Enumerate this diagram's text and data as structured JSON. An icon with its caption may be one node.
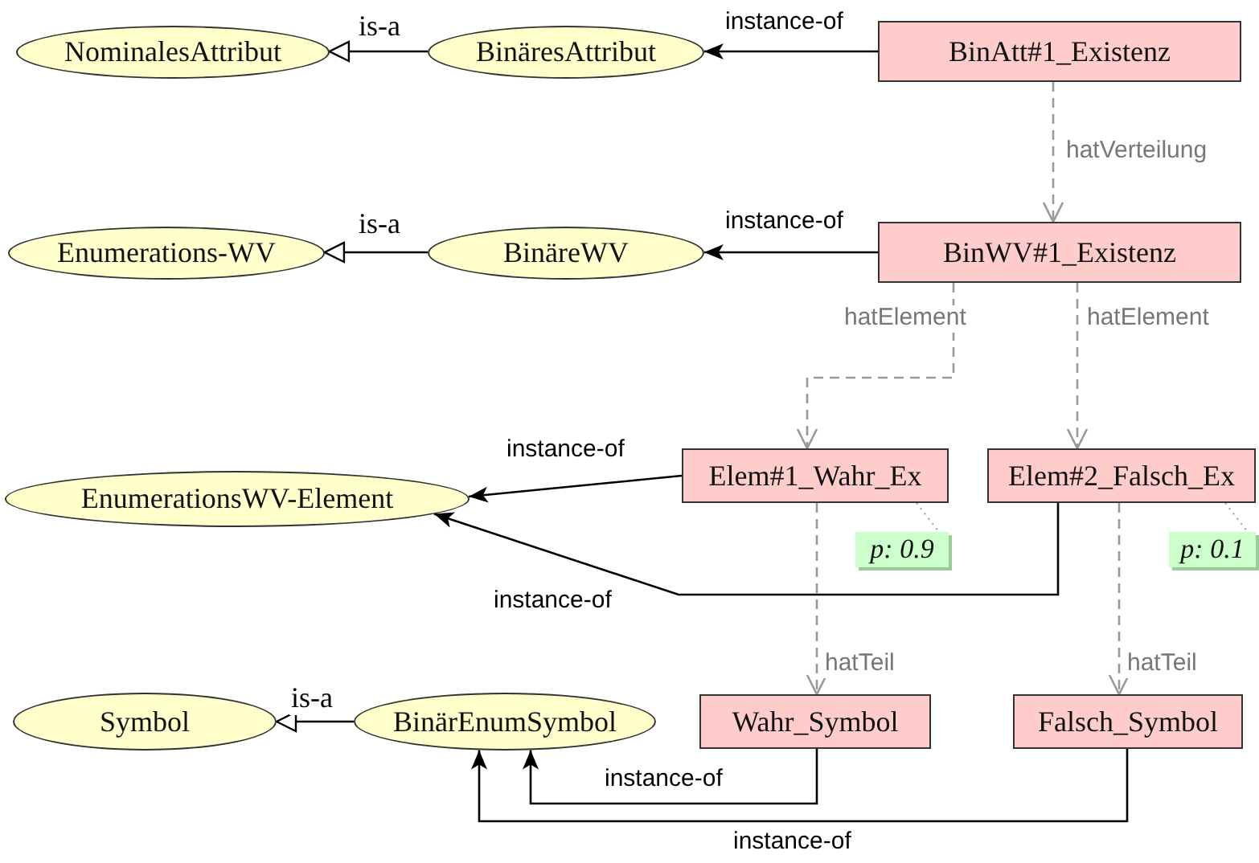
{
  "diagram": {
    "nodes": [
      {
        "text": [
          "NominalesAttribut"
        ]
      },
      {
        "text": [
          "BinäresAttribut"
        ]
      },
      {
        "text": [
          "BinAtt#1_Existenz"
        ]
      },
      {
        "text": [
          "Enumerations-WV"
        ]
      },
      {
        "text": [
          "BinäreWV"
        ]
      },
      {
        "text": [
          "BinWV#1_Existenz"
        ]
      },
      {
        "text": [
          "EnumerationsWV-Element"
        ]
      },
      {
        "text": [
          "Elem#1_Wahr_Ex"
        ]
      },
      {
        "text": [
          "Elem#2_Falsch_Ex"
        ]
      },
      {
        "text": [
          "p: 0.9"
        ]
      },
      {
        "text": [
          "p: 0.1"
        ]
      },
      {
        "text": [
          "Symbol"
        ]
      },
      {
        "text": [
          "BinärEnumSymbol"
        ]
      },
      {
        "text": [
          "Wahr_Symbol"
        ]
      },
      {
        "text": [
          "Falsch_Symbol"
        ]
      }
    ],
    "edges": [
      {
        "from": 1,
        "to": 0,
        "arrow": "to",
        "label": "is-a"
      },
      {
        "from": 2,
        "to": 1,
        "arrow": "to",
        "label": "instance-of"
      },
      {
        "from": 2,
        "to": 5,
        "arrow": "to",
        "label": "hatVerteilung",
        "style": "dashed",
        "color": "#999999"
      },
      {
        "from": 4,
        "to": 3,
        "arrow": "to",
        "label": "is-a"
      },
      {
        "from": 5,
        "to": 4,
        "arrow": "to",
        "label": "instance-of"
      },
      {
        "from": 5,
        "to": 7,
        "arrow": "to",
        "label": "hatElement",
        "style": "dashed",
        "color": "#999999"
      },
      {
        "from": 5,
        "to": 8,
        "arrow": "to",
        "label": "hatElement",
        "style": "dashed",
        "color": "#999999"
      },
      {
        "from": 7,
        "to": 6,
        "arrow": "to",
        "label": "instance-of"
      },
      {
        "from": 8,
        "to": 6,
        "arrow": "to",
        "label": "instance-of"
      },
      {
        "from": 7,
        "to": 9,
        "arrow": "none",
        "style": "dashed",
        "color": "#999999"
      },
      {
        "from": 8,
        "to": 10,
        "arrow": "none",
        "style": "dashed",
        "color": "#999999"
      },
      {
        "from": 7,
        "to": 13,
        "arrow": "to",
        "label": "hatTeil",
        "style": "dashed",
        "color": "#999999"
      },
      {
        "from": 8,
        "to": 14,
        "arrow": "to",
        "label": "hatTeil",
        "style": "dashed",
        "color": "#999999"
      },
      {
        "from": 12,
        "to": 11,
        "arrow": "to",
        "label": "is-a"
      },
      {
        "from": 13,
        "to": 12,
        "arrow": "to",
        "label": "instance-of"
      },
      {
        "from": 14,
        "to": 12,
        "arrow": "to",
        "label": "instance-of"
      }
    ]
  }
}
